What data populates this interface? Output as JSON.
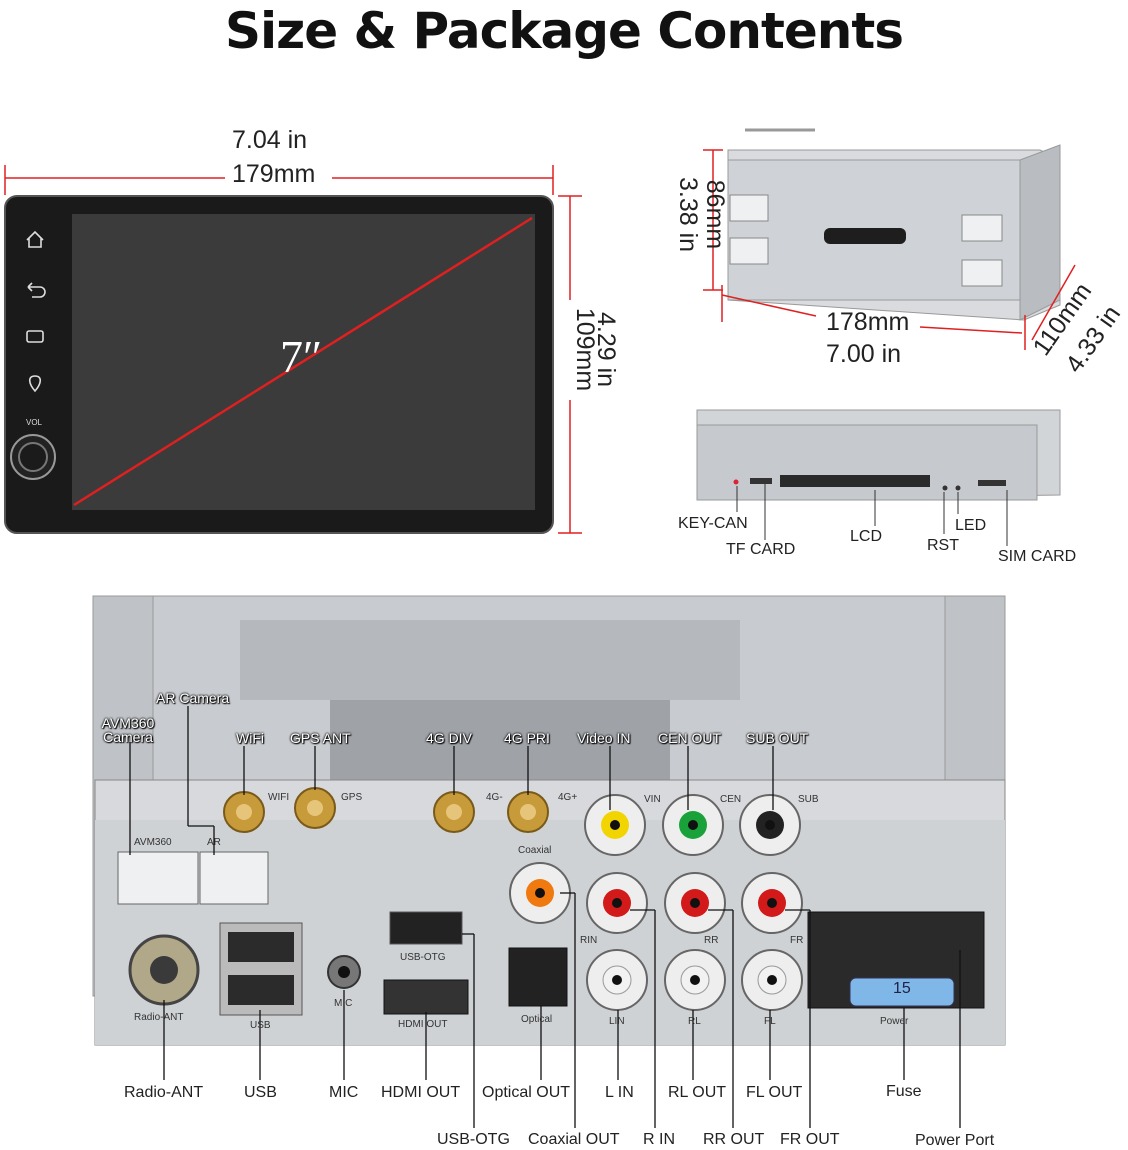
{
  "title": "Size & Package Contents",
  "head_unit": {
    "width_in": "7.04 in",
    "width_mm": "179mm",
    "height_in": "4.29 in",
    "height_mm": "109mm",
    "screen_size": "7″",
    "vol_label": "VOL"
  },
  "cage": {
    "height_mm": "86mm",
    "height_in": "3.38 in",
    "width_mm": "178mm",
    "width_in": "7.00 in",
    "depth_mm": "110mm",
    "depth_in": "4.33 in"
  },
  "side_ports": {
    "key_can": "KEY-CAN",
    "tf_card": "TF CARD",
    "lcd": "LCD",
    "rst": "RST",
    "led": "LED",
    "sim_card": "SIM CARD"
  },
  "rear_top_labels": {
    "ar_camera": "AR Camera",
    "avm360_camera": "AVM360 Camera",
    "wifi": "WiFi",
    "gps_ant": "GPS ANT",
    "4g_div": "4G DIV",
    "4g_pri": "4G PRI",
    "video_in": "Video IN",
    "cen_out": "CEN OUT",
    "sub_out": "SUB OUT"
  },
  "panel_print": {
    "wifi": "WIFI",
    "gps": "GPS",
    "4g_minus": "4G-",
    "4g_plus": "4G+",
    "vin": "VIN",
    "cen": "CEN",
    "sub": "SUB",
    "avm360": "AVM360",
    "ar": "AR",
    "coaxial": "Coaxial",
    "usb_otg": "USB-OTG",
    "rin": "RIN",
    "rr": "RR",
    "fr": "FR",
    "radio_ant": "Radio-ANT",
    "usb": "USB",
    "mic": "MIC",
    "hdmi_out": "HDMI OUT",
    "optical": "Optical",
    "lin": "LIN",
    "rl": "RL",
    "fl": "FL",
    "power": "Power",
    "fuse_value": "15"
  },
  "bottom_labels_row1": {
    "radio_ant": "Radio-ANT",
    "usb": "USB",
    "mic": "MIC",
    "hdmi_out": "HDMI OUT",
    "optical_out": "Optical OUT",
    "l_in": "L IN",
    "rl_out": "RL OUT",
    "fl_out": "FL OUT",
    "fuse": "Fuse"
  },
  "bottom_labels_row2": {
    "usb_otg": "USB-OTG",
    "coaxial_out": "Coaxial OUT",
    "r_in": "R IN",
    "rr_out": "RR OUT",
    "fr_out": "FR OUT",
    "power_port": "Power Port"
  },
  "colors": {
    "dimension_line": "#e02020",
    "screen_bg": "#3b3b3b",
    "bezel": "#1a1a1a",
    "metal": "#c9ccd0",
    "gold": "#c79a3a",
    "rca_yellow": "#f2d400",
    "rca_green": "#1aa23a",
    "rca_red": "#d21a1a",
    "rca_white": "#f2f2f2",
    "rca_orange": "#f07a10",
    "fuse_blue": "#7fb7e8"
  }
}
